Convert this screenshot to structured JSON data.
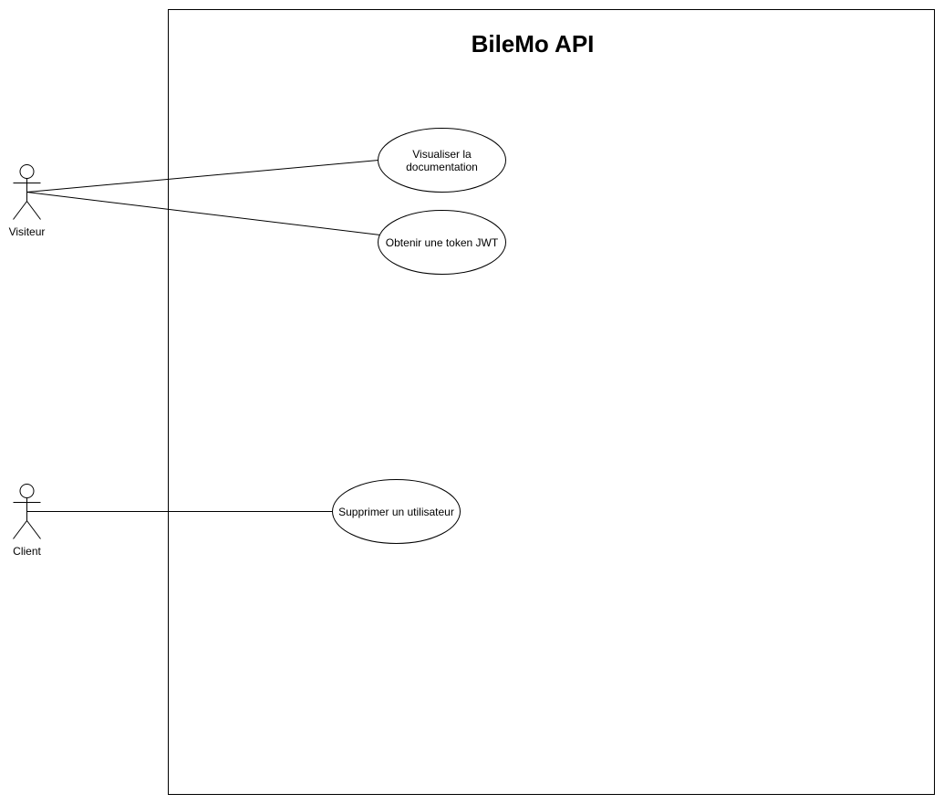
{
  "system": {
    "title": "BileMo API"
  },
  "actors": [
    {
      "name": "Visiteur",
      "icon": "stick-figure-icon"
    },
    {
      "name": "Client",
      "icon": "stick-figure-icon"
    }
  ],
  "use_cases": [
    {
      "line1": "Visualiser la",
      "line2": "documentation",
      "actor": "Visiteur"
    },
    {
      "line1": "Obtenir une token JWT",
      "line2": "",
      "actor": "Visiteur"
    },
    {
      "line1": "Supprimer un utilisateur",
      "line2": "",
      "actor": "Client"
    }
  ],
  "colors": {
    "stroke": "#000000",
    "background": "#ffffff"
  }
}
